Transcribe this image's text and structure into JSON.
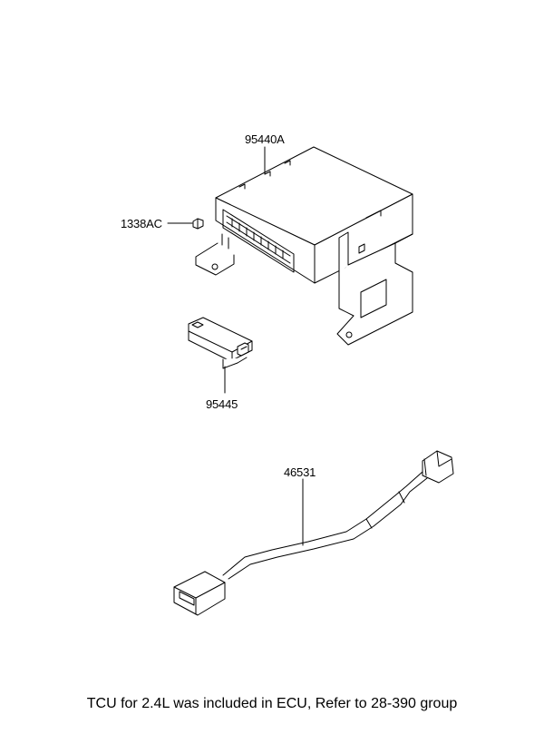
{
  "parts": {
    "tcu_module": "95440A",
    "nut": "1338AC",
    "relay": "95445",
    "wiring_harness": "46531"
  },
  "caption": "TCU for 2.4L was included in ECU, Refer to 28-390 group"
}
